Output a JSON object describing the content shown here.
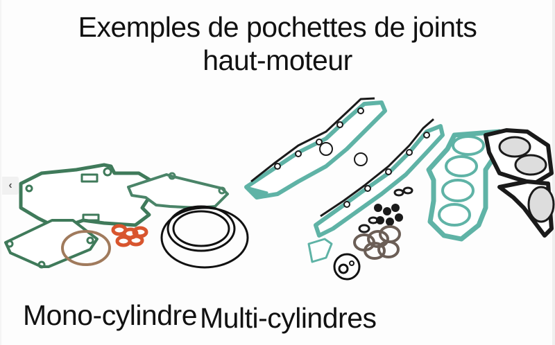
{
  "title": {
    "line1": "Exemples de pochettes de joints",
    "line2": "haut-moteur"
  },
  "captions": {
    "left": "Mono-cylindre",
    "right": "Multi-cylindres"
  },
  "carousel": {
    "prev_icon": "chevron-left-icon",
    "prev_glyph": "‹"
  },
  "colors": {
    "gasket_green": "#3f7a5a",
    "gasket_teal": "#5fb3a6",
    "gasket_black": "#1a1a1a",
    "seal_orange": "#d8552e",
    "ring_copper": "#a07a5c",
    "text": "#111111"
  }
}
